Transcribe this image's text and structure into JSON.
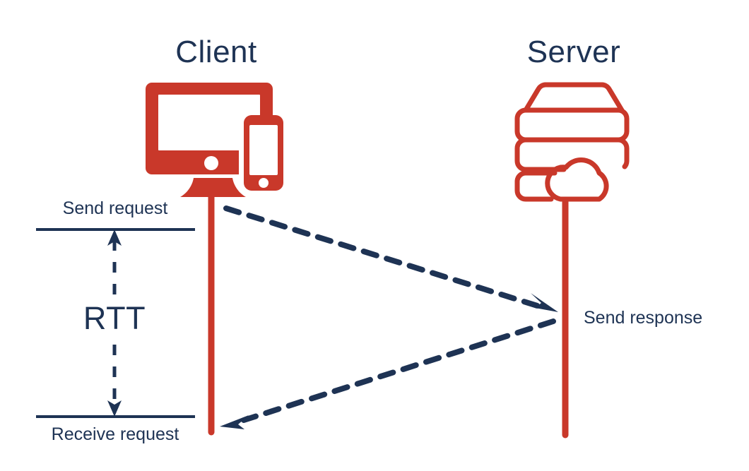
{
  "diagram": {
    "type": "sequence-diagram",
    "title_client": "Client",
    "title_server": "Server",
    "labels": {
      "send_request": "Send request",
      "receive_request": "Receive request",
      "send_response": "Send response",
      "rtt": "RTT"
    },
    "icons": {
      "client": "desktop-and-mobile-icon",
      "server": "server-stack-cloud-icon"
    },
    "colors": {
      "accent_red": "#c9382a",
      "navy": "#1e3354",
      "background": "#ffffff"
    },
    "messages": [
      {
        "name": "request",
        "from": "Client",
        "to": "Server",
        "direction": "client-to-server",
        "style": "dashed",
        "label": "Send request"
      },
      {
        "name": "response",
        "from": "Server",
        "to": "Client",
        "direction": "server-to-client",
        "style": "dashed",
        "label": "Send response"
      }
    ],
    "measurement": {
      "name": "RTT",
      "full_name": "RTT",
      "start_label": "Send request",
      "end_label": "Receive request",
      "arrow": "double-headed-dashed-vertical"
    }
  }
}
